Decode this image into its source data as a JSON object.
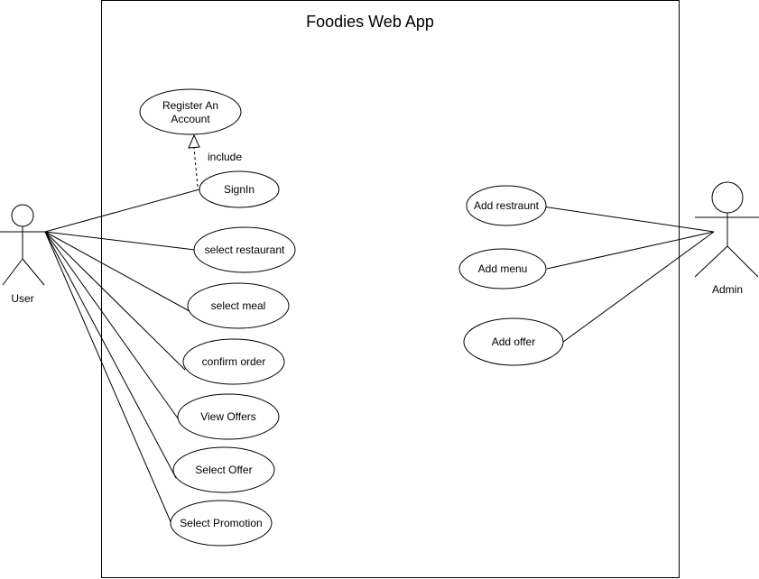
{
  "system": {
    "title": "Foodies Web App"
  },
  "actors": {
    "user": {
      "label": "User"
    },
    "admin": {
      "label": "Admin"
    }
  },
  "use_cases": {
    "register_account": {
      "line1": "Register An",
      "line2": "Account"
    },
    "signin": "SignIn",
    "select_restaurant": "select restaurant",
    "select_meal": "select meal",
    "confirm_order": "confirm order",
    "view_offers": "View Offers",
    "select_offer": "Select Offer",
    "select_promotion": "Select Promotion",
    "add_restaurant": "Add restraunt",
    "add_menu": "Add menu",
    "add_offer": "Add offer"
  },
  "relations": {
    "include_label": "include"
  },
  "colors": {
    "stroke": "#000000",
    "background": "#ffffff"
  }
}
